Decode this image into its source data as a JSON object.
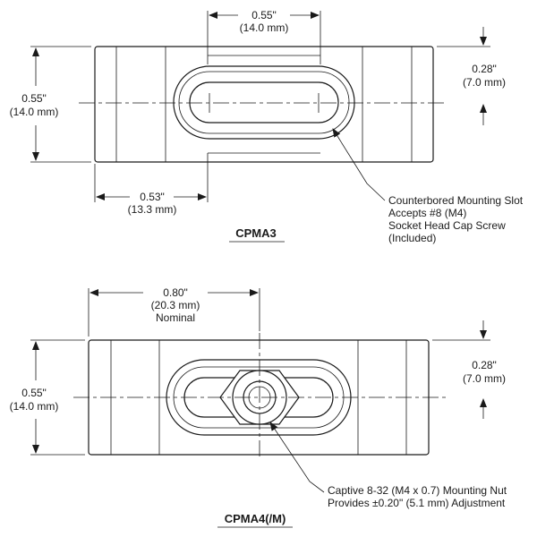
{
  "cpma3": {
    "title": "CPMA3",
    "top_width": {
      "in": "0.55\"",
      "mm": "(14.0 mm)"
    },
    "height": {
      "in": "0.55\"",
      "mm": "(14.0 mm)"
    },
    "half_height": {
      "in": "0.28\"",
      "mm": "(7.0 mm)"
    },
    "offset": {
      "in": "0.53\"",
      "mm": "(13.3 mm)"
    },
    "callout": [
      "Counterbored Mounting Slot",
      "Accepts #8 (M4)",
      "Socket Head Cap Screw",
      "(Included)"
    ]
  },
  "cpma4": {
    "title": "CPMA4(/M)",
    "nominal": {
      "in": "0.80\"",
      "mm": "(20.3 mm)",
      "note": "Nominal"
    },
    "height": {
      "in": "0.55\"",
      "mm": "(14.0 mm)"
    },
    "half_height": {
      "in": "0.28\"",
      "mm": "(7.0 mm)"
    },
    "callout": [
      "Captive 8-32 (M4 x 0.7) Mounting Nut",
      "Provides ±0.20\" (5.1 mm) Adjustment"
    ]
  }
}
